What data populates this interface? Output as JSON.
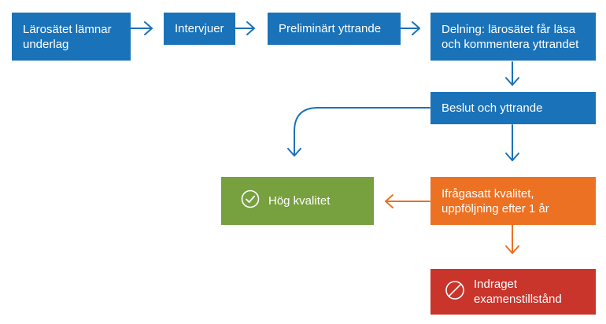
{
  "steps": {
    "submit": "Lärosätet lämnar underlag",
    "interviews": "Intervjuer",
    "preliminary": "Preliminärt yttrande",
    "sharing": "Delning: lärosätet får läsa och kommentera yttrandet",
    "decision": "Beslut och yttrande",
    "high_quality": "Hög kvalitet",
    "questioned": "Ifrågasatt kvalitet, uppföljning efter 1 år",
    "revoked": "Indraget examenstillstånd"
  },
  "colors": {
    "blue": "#1a72b9",
    "orange": "#ec7122",
    "green": "#77a03f",
    "red": "#c9342b"
  },
  "icons": {
    "high_quality": "check-circle-icon",
    "revoked": "prohibited-icon"
  }
}
